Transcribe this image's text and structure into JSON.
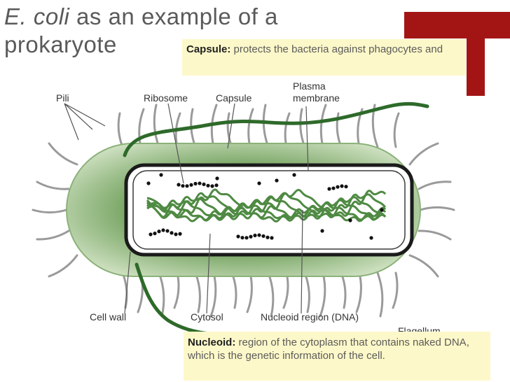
{
  "slide": {
    "title_italic": "E. coli",
    "title_rest": " as an example of a prokaryote",
    "capsule_callout": {
      "term": "Capsule:",
      "text": " protects the  bacteria against phagocytes and"
    },
    "nucleoid_callout": {
      "term": "Nucleoid:",
      "text": " region of the cytoplasm that contains naked DNA, which is the genetic information of the cell."
    }
  },
  "diagram": {
    "labels": {
      "pili": "Pili",
      "ribosome": "Ribosome",
      "capsule": "Capsule",
      "plasma_line1": "Plasma",
      "plasma_line2": "membrane",
      "cell_wall": "Cell wall",
      "cytosol": "Cytosol",
      "nucleoid_region": "Nucleoid region (DNA)",
      "flagellum": "Flagellum"
    }
  },
  "colors": {
    "accent": "#a31515",
    "callout_bg": "#fdf8c9",
    "capsule_fill": "#9cc08a",
    "dna_green": "#4f8a43",
    "flagellum_green": "#2e6a2a"
  }
}
